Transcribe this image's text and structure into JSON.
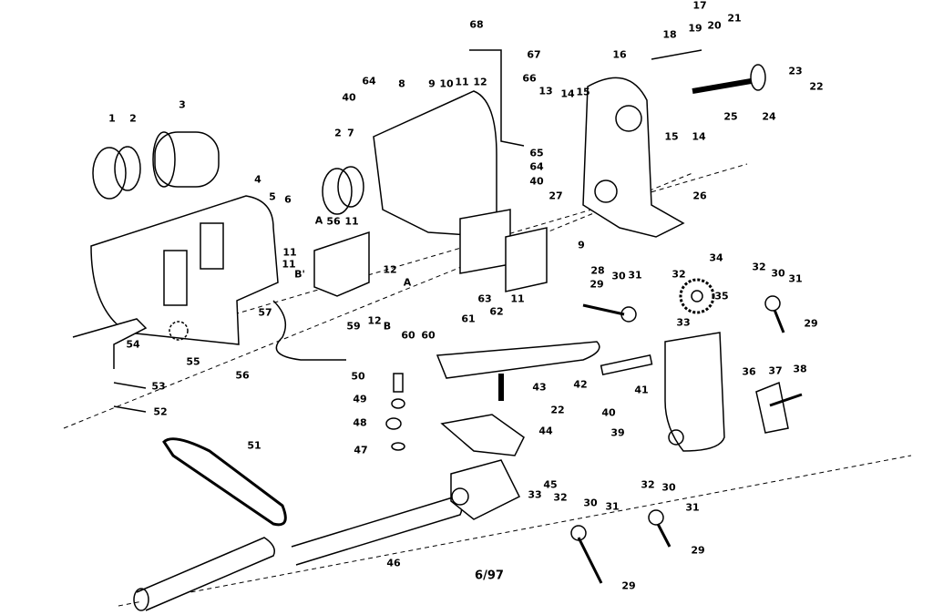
{
  "diagram": {
    "ink_color": "#000000",
    "background": "#ffffff",
    "code": "6/97",
    "labels": [
      "17",
      "68",
      "67",
      "16",
      "18",
      "19",
      "20",
      "21",
      "66",
      "64",
      "8",
      "9",
      "10",
      "11",
      "12",
      "40",
      "23",
      "22",
      "13",
      "14",
      "15",
      "1",
      "2",
      "3",
      "24",
      "25",
      "15",
      "14",
      "2",
      "7",
      "65",
      "64",
      "40",
      "4",
      "27",
      "26",
      "5",
      "6",
      "A",
      "56",
      "11",
      "9",
      "11",
      "11",
      "B'",
      "12",
      "A",
      "28",
      "29",
      "30",
      "31",
      "32",
      "34",
      "32",
      "30",
      "31",
      "57",
      "12",
      "B",
      "60",
      "60",
      "59",
      "61",
      "63",
      "62",
      "11",
      "33",
      "35",
      "29",
      "54",
      "55",
      "56",
      "43",
      "42",
      "41",
      "22",
      "36",
      "37",
      "38",
      "50",
      "49",
      "48",
      "47",
      "44",
      "53",
      "52",
      "40",
      "39",
      "51",
      "45",
      "33",
      "32",
      "32",
      "30",
      "30",
      "31",
      "31",
      "29",
      "46",
      "29"
    ]
  }
}
